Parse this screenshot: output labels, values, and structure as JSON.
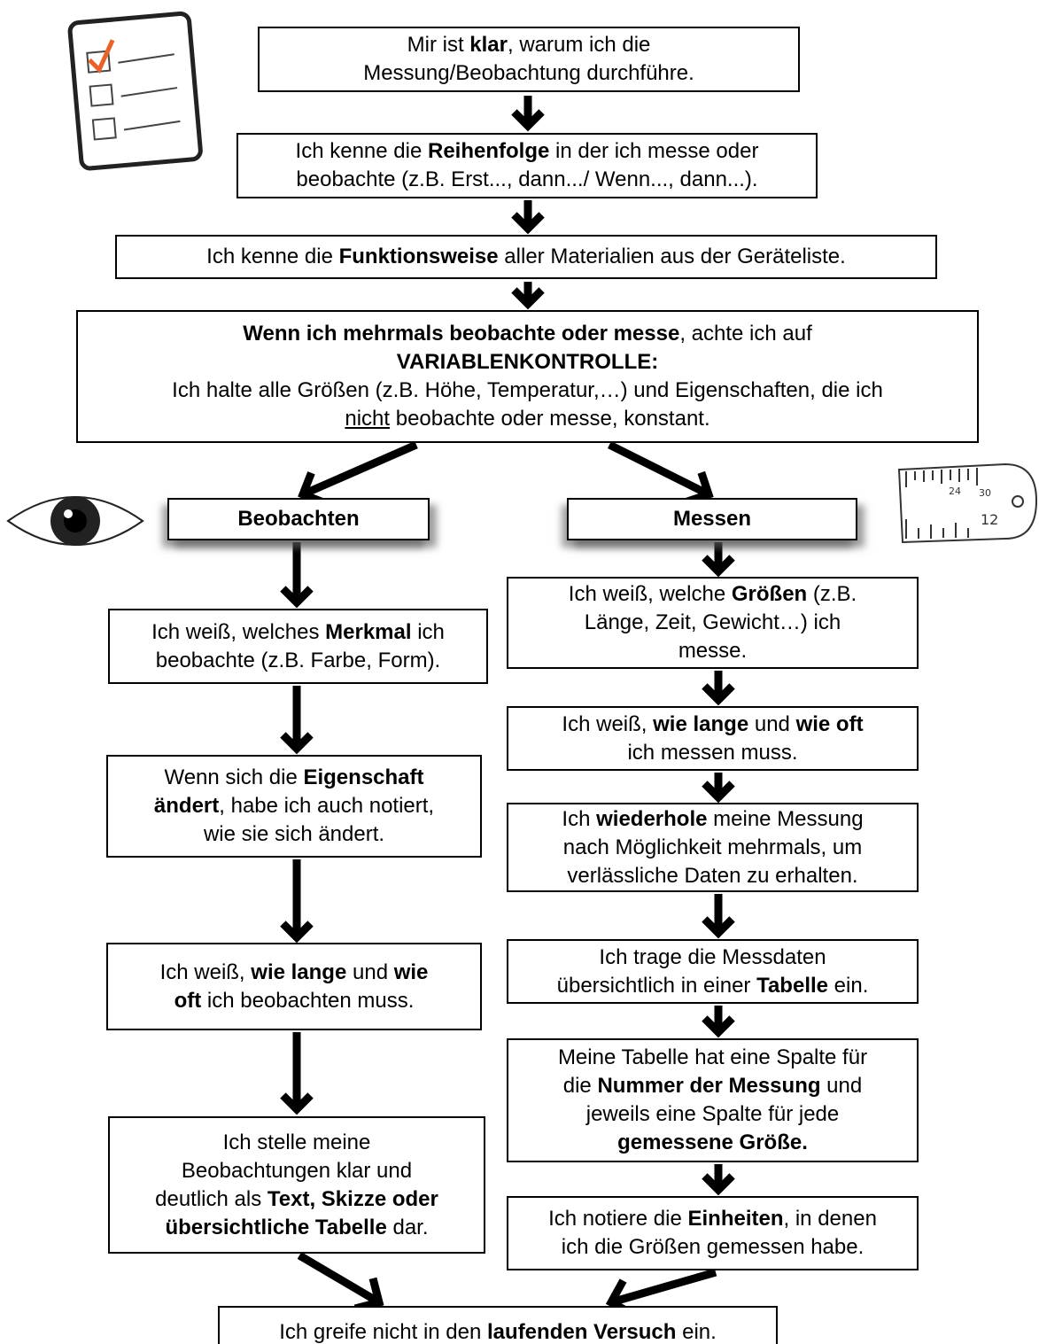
{
  "nodes": {
    "n1": {
      "lines": [
        [
          {
            "t": "Mir ist "
          },
          {
            "t": "klar",
            "b": true
          },
          {
            "t": ", warum ich die"
          }
        ],
        [
          {
            "t": "Messung/Beobachtung durchführe."
          }
        ]
      ]
    },
    "n2": {
      "lines": [
        [
          {
            "t": "Ich kenne die "
          },
          {
            "t": "Reihenfolge",
            "b": true
          },
          {
            "t": " in der ich messe oder"
          }
        ],
        [
          {
            "t": "beobachte  (z.B. Erst..., dann.../ Wenn..., dann...)."
          }
        ]
      ]
    },
    "n3": {
      "lines": [
        [
          {
            "t": "Ich kenne die "
          },
          {
            "t": "Funktionsweise",
            "b": true
          },
          {
            "t": " aller Materialien aus der Geräteliste."
          }
        ]
      ]
    },
    "n4": {
      "lines": [
        [
          {
            "t": "Wenn ich mehrmals beobachte oder messe",
            "b": true
          },
          {
            "t": ", achte ich auf"
          }
        ],
        [
          {
            "t": "VARIABLENKONTROLLE:",
            "b": true
          }
        ],
        [
          {
            "t": "Ich halte alle Größen (z.B. Höhe, Temperatur,…) und Eigenschaften, die ich"
          }
        ],
        [
          {
            "t": "nicht",
            "u": true
          },
          {
            "t": " beobachte oder messe, konstant."
          }
        ]
      ]
    },
    "beobachten": {
      "lines": [
        [
          {
            "t": "Beobachten",
            "b": true
          }
        ]
      ]
    },
    "messen": {
      "lines": [
        [
          {
            "t": "Messen",
            "b": true
          }
        ]
      ]
    },
    "b1": {
      "lines": [
        [
          {
            "t": "Ich weiß, welches "
          },
          {
            "t": "Merkmal",
            "b": true
          },
          {
            "t": " ich"
          }
        ],
        [
          {
            "t": "beobachte (z.B. Farbe, Form)."
          }
        ]
      ]
    },
    "b2": {
      "lines": [
        [
          {
            "t": "Wenn sich die "
          },
          {
            "t": "Eigenschaft",
            "b": true
          }
        ],
        [
          {
            "t": "ändert",
            "b": true
          },
          {
            "t": ", habe ich auch notiert,"
          }
        ],
        [
          {
            "t": "wie sie sich ändert."
          }
        ]
      ]
    },
    "b3": {
      "lines": [
        [
          {
            "t": "Ich weiß, "
          },
          {
            "t": "wie lange",
            "b": true
          },
          {
            "t": " und "
          },
          {
            "t": "wie",
            "b": true
          }
        ],
        [
          {
            "t": "oft",
            "b": true
          },
          {
            "t": " ich beobachten muss."
          }
        ]
      ]
    },
    "b4": {
      "lines": [
        [
          {
            "t": "Ich stelle meine"
          }
        ],
        [
          {
            "t": "Beobachtungen klar und"
          }
        ],
        [
          {
            "t": "deutlich als "
          },
          {
            "t": "Text, Skizze oder",
            "b": true
          }
        ],
        [
          {
            "t": "übersichtliche Tabelle",
            "b": true
          },
          {
            "t": " dar."
          }
        ]
      ]
    },
    "m1": {
      "lines": [
        [
          {
            "t": "Ich weiß, welche "
          },
          {
            "t": "Größen",
            "b": true
          },
          {
            "t": " (z.B."
          }
        ],
        [
          {
            "t": "Länge, Zeit, Gewicht…) ich"
          }
        ],
        [
          {
            "t": "messe."
          }
        ]
      ]
    },
    "m2": {
      "lines": [
        [
          {
            "t": "Ich weiß, "
          },
          {
            "t": "wie lange",
            "b": true
          },
          {
            "t": " und "
          },
          {
            "t": "wie oft",
            "b": true
          }
        ],
        [
          {
            "t": "ich messen muss."
          }
        ]
      ]
    },
    "m3": {
      "lines": [
        [
          {
            "t": "Ich "
          },
          {
            "t": "wiederhole",
            "b": true
          },
          {
            "t": " meine Messung"
          }
        ],
        [
          {
            "t": "nach Möglichkeit mehrmals, um"
          }
        ],
        [
          {
            "t": "verlässliche Daten zu erhalten."
          }
        ]
      ]
    },
    "m4": {
      "lines": [
        [
          {
            "t": "Ich trage die Messdaten"
          }
        ],
        [
          {
            "t": "übersichtlich in einer "
          },
          {
            "t": "Tabelle",
            "b": true
          },
          {
            "t": " ein."
          }
        ]
      ]
    },
    "m5": {
      "lines": [
        [
          {
            "t": "Meine Tabelle hat eine Spalte für"
          }
        ],
        [
          {
            "t": "die "
          },
          {
            "t": "Nummer der Messung",
            "b": true
          },
          {
            "t": " und"
          }
        ],
        [
          {
            "t": "jeweils eine Spalte für jede"
          }
        ],
        [
          {
            "t": "gemessene Größe.",
            "b": true
          }
        ]
      ]
    },
    "m6": {
      "lines": [
        [
          {
            "t": "Ich notiere die "
          },
          {
            "t": "Einheiten",
            "b": true
          },
          {
            "t": ", in denen"
          }
        ],
        [
          {
            "t": "ich die Größen gemessen habe."
          }
        ]
      ]
    },
    "end": {
      "lines": [
        [
          {
            "t": "Ich greife nicht in den "
          },
          {
            "t": "laufenden Versuch",
            "b": true
          },
          {
            "t": " ein."
          }
        ]
      ]
    }
  },
  "icons": {
    "checklist": "checklist-icon",
    "eye": "eye-icon",
    "ruler": "ruler-icon"
  },
  "ruler_labels": [
    "24",
    "30",
    "12"
  ],
  "colors": {
    "checkmark": "#e8622a",
    "line": "#000000",
    "shadow": "#6e6e6e"
  }
}
